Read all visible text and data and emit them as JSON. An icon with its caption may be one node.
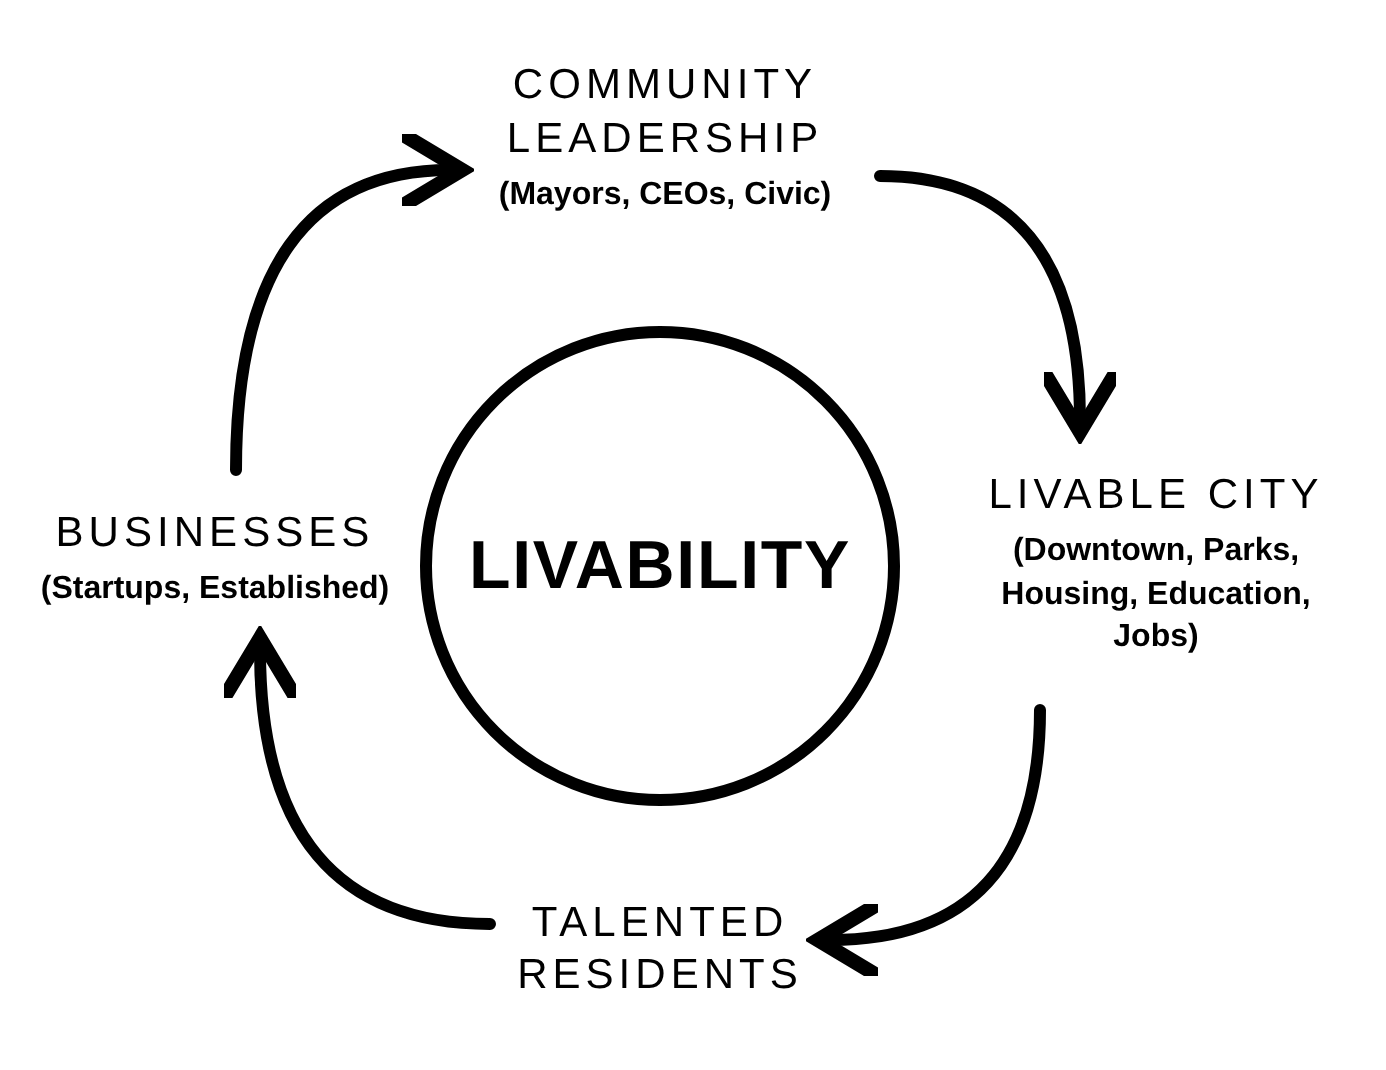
{
  "diagram": {
    "nodes": [
      {
        "text": [
          "COMMUNITY LEADERSHIP",
          "(Mayors, CEOs, Civic)"
        ]
      },
      {
        "text": [
          "LIVABLE CITY",
          "(Downtown, Parks, Housing, Education, Jobs)"
        ]
      },
      {
        "text": [
          "TALENTED RESIDENTS"
        ]
      },
      {
        "text": [
          "BUSINESSES",
          "(Startups, Established)"
        ]
      },
      {
        "text": [
          "LIVABILITY"
        ]
      }
    ],
    "edges": [
      {
        "from": 0,
        "to": 1,
        "arrow": "to"
      },
      {
        "from": 1,
        "to": 2,
        "arrow": "to"
      },
      {
        "from": 2,
        "to": 3,
        "arrow": "to"
      },
      {
        "from": 3,
        "to": 0,
        "arrow": "to"
      }
    ]
  }
}
